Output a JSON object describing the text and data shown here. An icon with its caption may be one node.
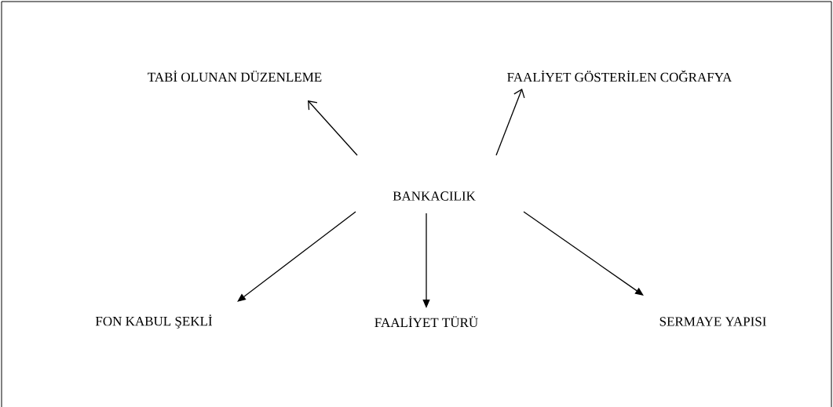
{
  "diagram": {
    "nodes": [
      {
        "text": [
          "BANKACILIK"
        ]
      },
      {
        "text": [
          "TABİ OLUNAN DÜZENLEME"
        ]
      },
      {
        "text": [
          "FAALİYET GÖSTERİLEN COĞRAFYA"
        ]
      },
      {
        "text": [
          "FON KABUL ŞEKLİ"
        ]
      },
      {
        "text": [
          "FAALİYET TÜRÜ"
        ]
      },
      {
        "text": [
          "SERMAYE YAPISI"
        ]
      }
    ],
    "edges": [
      {
        "from": 0,
        "to": 1,
        "arrow": "to"
      },
      {
        "from": 0,
        "to": 2,
        "arrow": "to"
      },
      {
        "from": 0,
        "to": 3,
        "arrow": "to"
      },
      {
        "from": 0,
        "to": 4,
        "arrow": "to"
      },
      {
        "from": 0,
        "to": 5,
        "arrow": "to"
      }
    ]
  }
}
